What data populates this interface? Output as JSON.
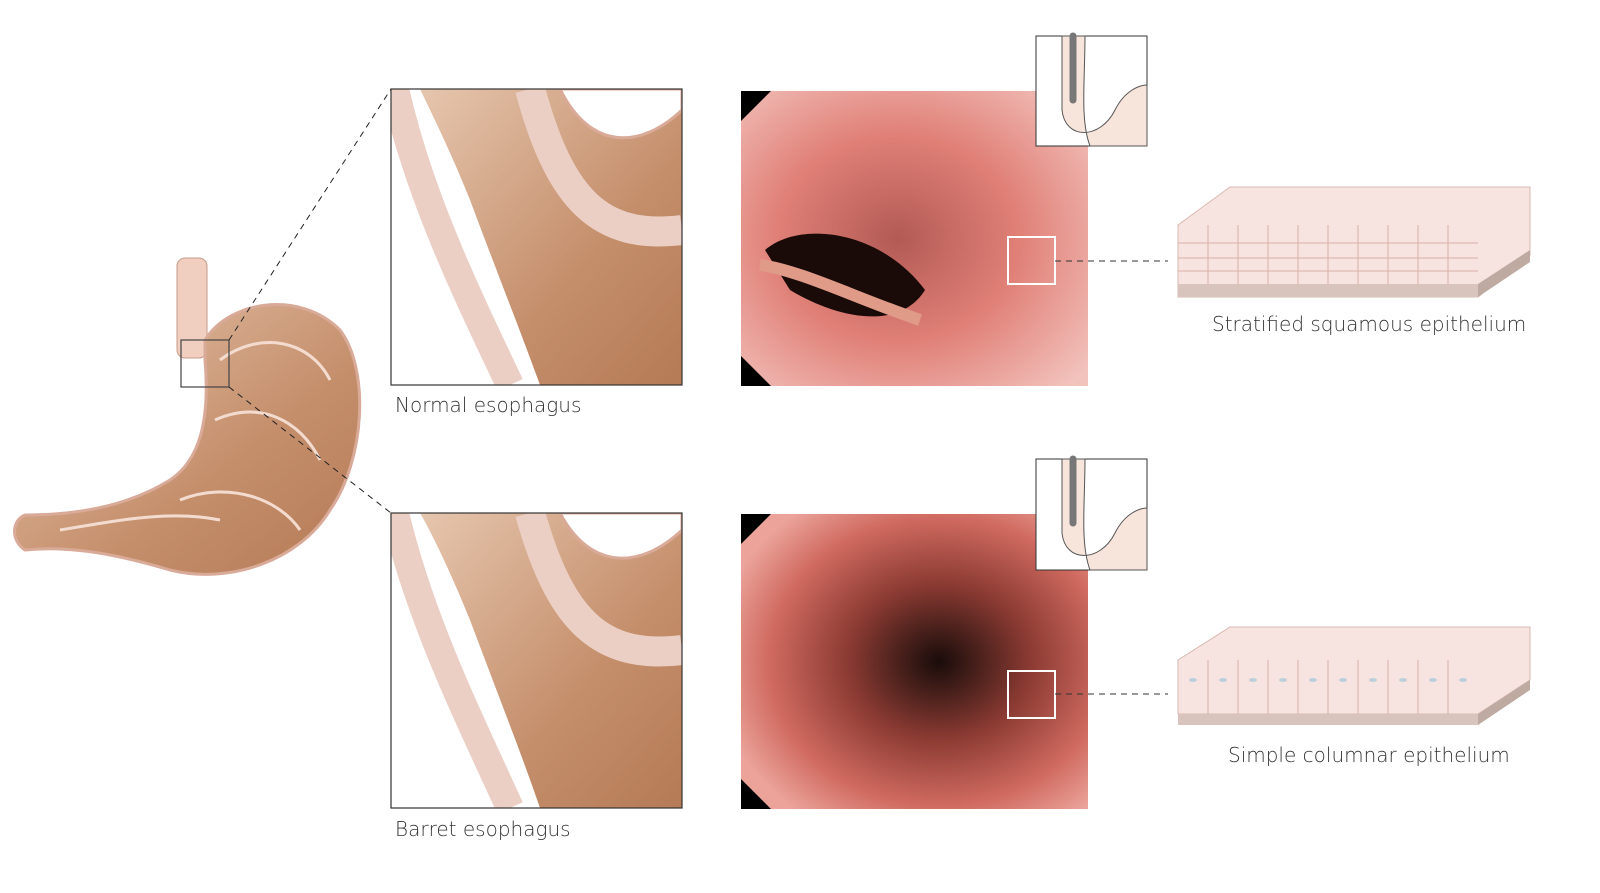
{
  "labels": {
    "normal": "Normal esophagus",
    "barret": "Barret esophagus",
    "squamous": "Stratified squamous epithelium",
    "columnar": "Simple columnar epithelium"
  },
  "colors": {
    "tissue": "#c08a68",
    "mucosa_light": "#f4e0d6",
    "endoscopy_red": "#d46a60",
    "cell": "#f7e4e0"
  }
}
